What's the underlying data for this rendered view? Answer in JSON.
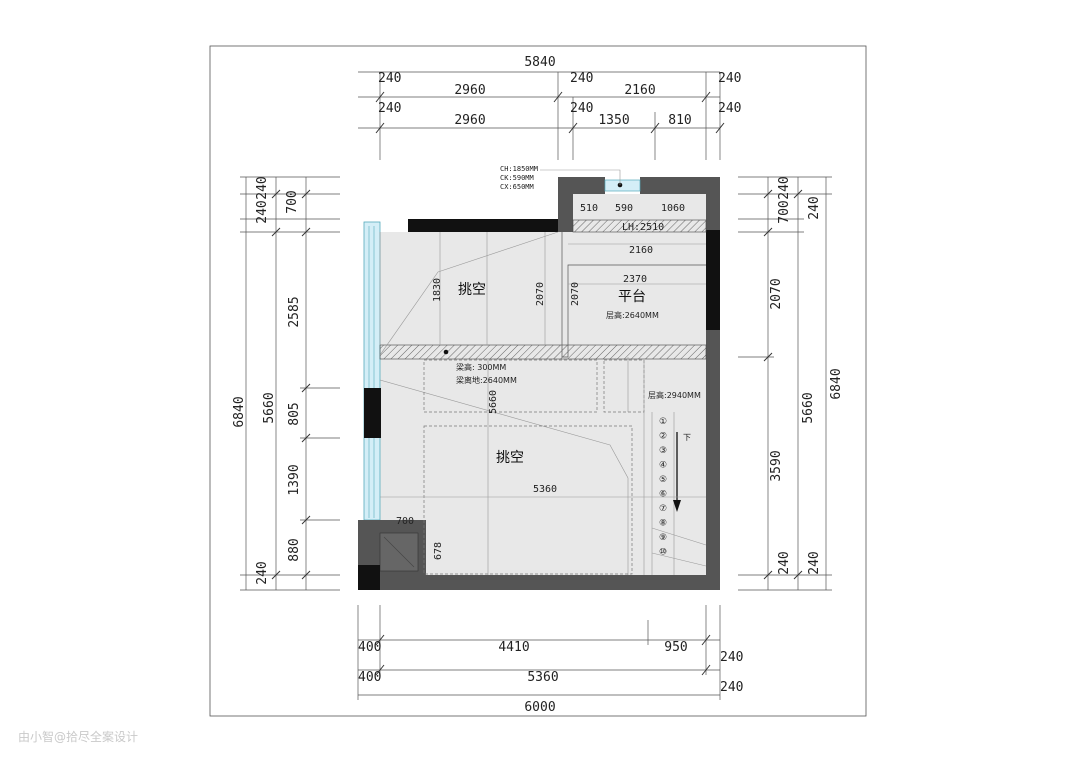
{
  "plan": {
    "rooms": {
      "void_top": "挑空",
      "platform": "平台",
      "void_bottom": "挑空"
    },
    "notes": {
      "ch": "CH:1850MM",
      "ck": "CK:590MM",
      "cx": "CX:650MM",
      "lh": "LH:2510",
      "platform_height": "层高:2640MM",
      "beam_height": "梁高: 300MM",
      "beam_to_floor": "梁离地:2640MM",
      "floor_height": "层高:2940MM",
      "down": "下"
    },
    "top_dims": {
      "overall": "5840",
      "row1": [
        "240",
        "2960",
        "240",
        "2160",
        "240"
      ],
      "row2": [
        "240",
        "2960",
        "240",
        "1350",
        "810",
        "240"
      ]
    },
    "bottom_dims": {
      "row1": [
        "400",
        "4410",
        "950",
        "240"
      ],
      "row2": [
        "400",
        "5360",
        "240"
      ],
      "overall": "6000"
    },
    "left_dims": {
      "outer": [
        "240",
        "240",
        "5660",
        "240"
      ],
      "mid": [
        "700",
        "2585",
        "805",
        "1390",
        "880"
      ],
      "overall": "6840"
    },
    "right_dims": {
      "outer": [
        "240",
        "700",
        "240",
        "2070",
        "3590",
        "240"
      ],
      "mid": [
        "5660",
        "240"
      ],
      "overall": "6840"
    },
    "inner_dims": {
      "d510": "510",
      "d590": "590",
      "d1060": "1060",
      "d2160": "2160",
      "d2370": "2370",
      "d1830": "1830",
      "d2070a": "2070",
      "d2070b": "2070",
      "d5660": "5660",
      "d5360": "5360",
      "d700": "700",
      "d678": "678"
    },
    "stairs": [
      "①",
      "②",
      "③",
      "④",
      "⑤",
      "⑥",
      "⑦",
      "⑧",
      "⑨",
      "⑩"
    ]
  },
  "watermark": "由小智@拾尽全案设计"
}
